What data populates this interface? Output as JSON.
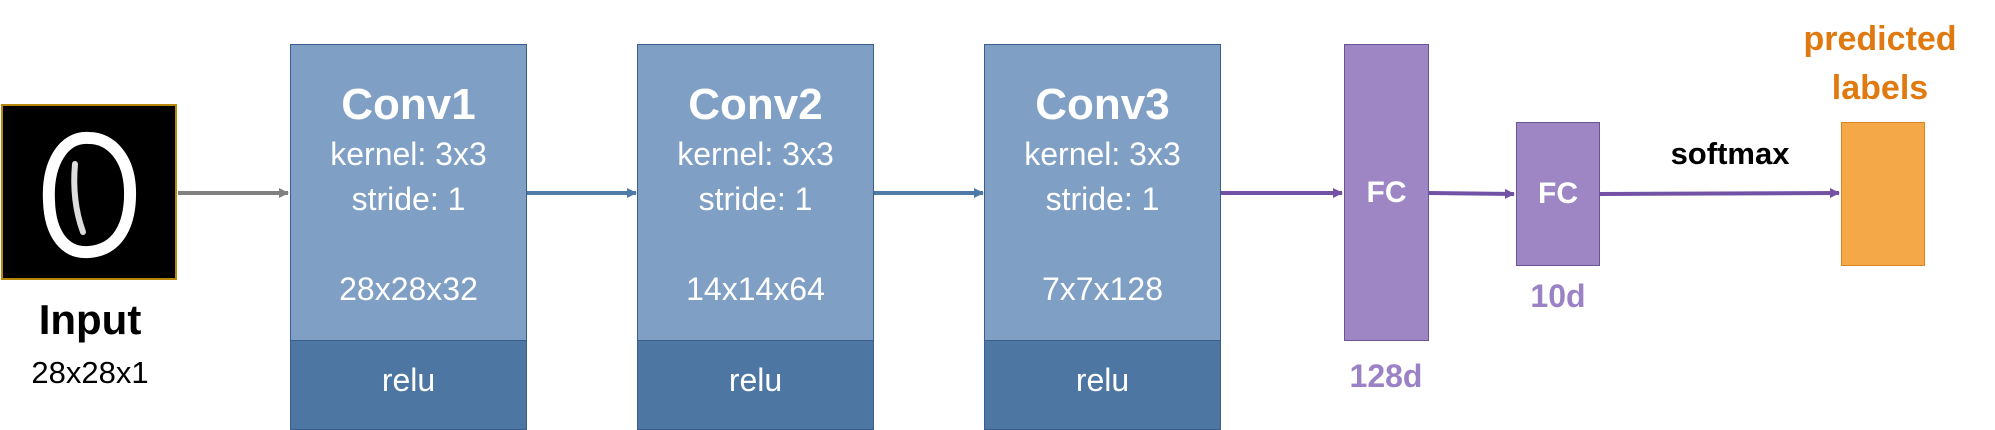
{
  "input": {
    "title": "Input",
    "dims": "28x28x1"
  },
  "layers": [
    {
      "name": "Conv1",
      "kernel": "kernel: 3x3",
      "stride": "stride: 1",
      "output": "28x28x32",
      "activation": "relu"
    },
    {
      "name": "Conv2",
      "kernel": "kernel: 3x3",
      "stride": "stride: 1",
      "output": "14x14x64",
      "activation": "relu"
    },
    {
      "name": "Conv3",
      "kernel": "kernel: 3x3",
      "stride": "stride: 1",
      "output": "7x7x128",
      "activation": "relu"
    }
  ],
  "fc": [
    {
      "label": "FC",
      "dims": "128d"
    },
    {
      "label": "FC",
      "dims": "10d"
    }
  ],
  "softmax_label": "softmax",
  "output": {
    "label_line1": "predicted",
    "label_line2": "labels"
  },
  "colors": {
    "conv_body": "#7f9fc5",
    "conv_activation": "#4e76a3",
    "fc": "#9d86c3",
    "output": "#f5a848",
    "arrow_gray": "#808080",
    "arrow_blue": "#4e7aa6",
    "arrow_purple": "#7352a6",
    "label_purple": "#9b82c6",
    "label_orange": "#e07a10"
  },
  "icons": {
    "input_image": "handwritten-digit-zero-image"
  }
}
